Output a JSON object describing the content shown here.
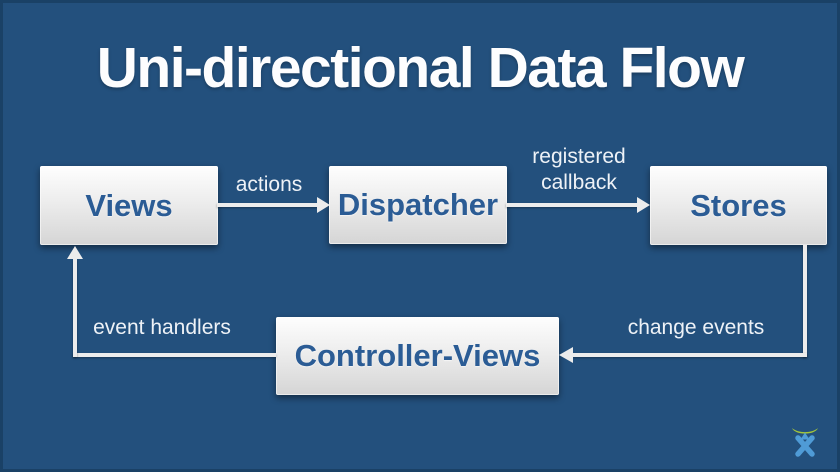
{
  "slide": {
    "title": "Uni-directional Data Flow",
    "background_color": "#23507d",
    "border_color": "#1a4166",
    "node_fill_top": "#fefefe",
    "node_fill_bottom": "#d5d5d5",
    "node_text_color": "#2b5c95",
    "label_text_color": "#eef2f7",
    "arrow_color": "#ececec"
  },
  "nodes": [
    {
      "id": "views",
      "label": "Views"
    },
    {
      "id": "dispatcher",
      "label": "Dispatcher"
    },
    {
      "id": "stores",
      "label": "Stores"
    },
    {
      "id": "controller-views",
      "label": "Controller-Views"
    }
  ],
  "edges": [
    {
      "from": "views",
      "to": "dispatcher",
      "label": "actions"
    },
    {
      "from": "dispatcher",
      "to": "stores",
      "label": "registered callback"
    },
    {
      "from": "stores",
      "to": "controller-views",
      "label": "change events"
    },
    {
      "from": "controller-views",
      "to": "views",
      "label": "event handlers"
    }
  ],
  "logo": {
    "name": "atlassian-logo",
    "figure_color": "#4f9bd6",
    "arc_color": "#a3c53a"
  }
}
